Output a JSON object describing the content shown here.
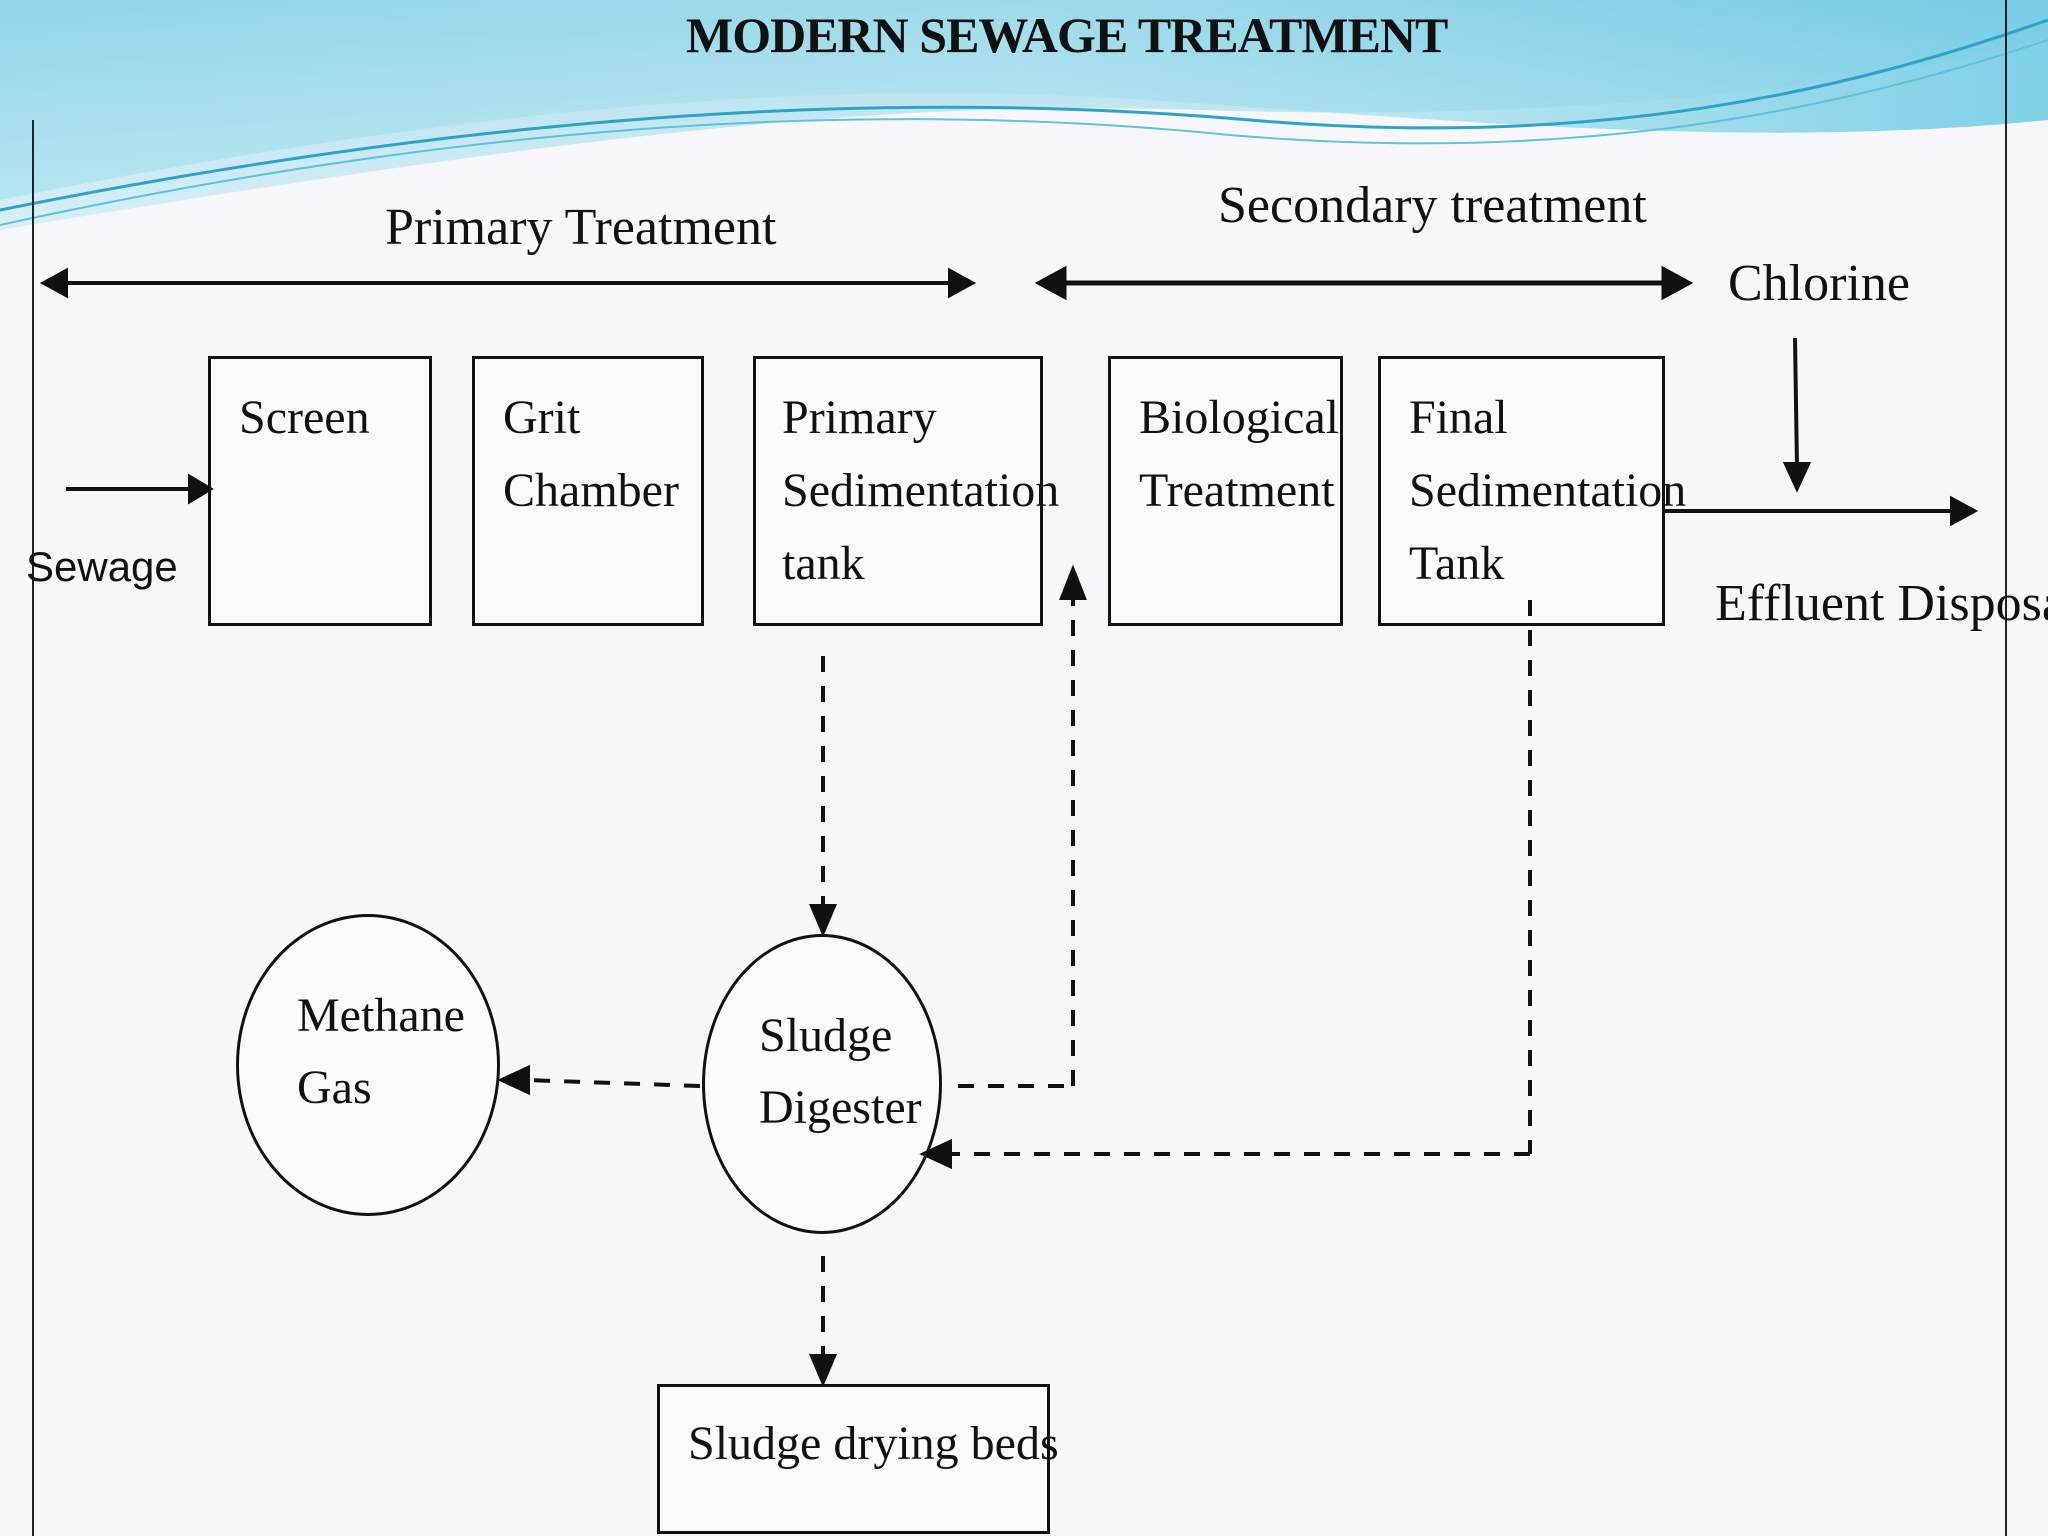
{
  "title": "MODERN SEWAGE TREATMENT",
  "stages": {
    "primary": "Primary Treatment",
    "secondary": "Secondary treatment"
  },
  "inputs": {
    "sewage": "Sewage",
    "chlorine": "Chlorine",
    "effluent": "Effluent Disposal"
  },
  "boxes": {
    "screen": [
      "Screen"
    ],
    "grit": [
      "Grit",
      "Chamber"
    ],
    "primary_sed": [
      "Primary",
      "Sedimentation",
      "tank"
    ],
    "biological": [
      "Biological",
      "Treatment"
    ],
    "final_sed": [
      "Final",
      "Sedimentation",
      "Tank"
    ],
    "drying": [
      "Sludge drying beds"
    ]
  },
  "circles": {
    "methane": [
      "Methane",
      "Gas"
    ],
    "digester": [
      "Sludge",
      "Digester"
    ]
  },
  "colors": {
    "wave_light": "#cfeff6",
    "wave_mid": "#8fd8e8",
    "wave_dark": "#3fb5d4",
    "line": "#111111"
  }
}
